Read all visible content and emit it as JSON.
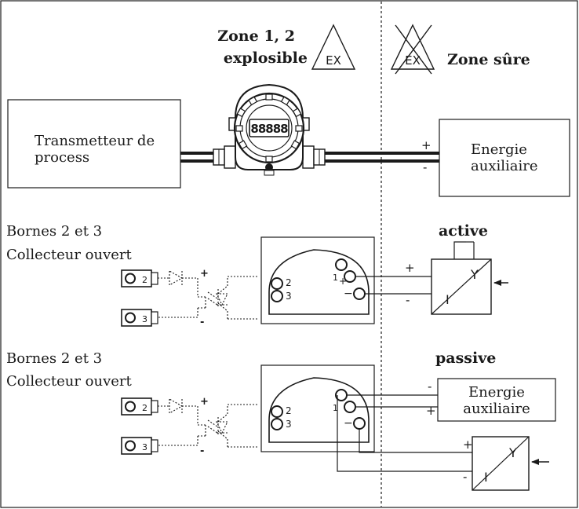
{
  "zones": {
    "hazard_line1": "Zone 1, 2",
    "hazard_line2": "explosible",
    "safe": "Zone sûre",
    "ex_mark": "EX"
  },
  "transmitter": {
    "line1": "Transmetteur de",
    "line2": "process"
  },
  "power_top": {
    "line1": "Energie",
    "line2": "auxiliaire",
    "plus": "+",
    "minus": "-"
  },
  "section_active": {
    "title": "active",
    "label1": "Bornes 2 et 3",
    "label2": "Collecteur ouvert",
    "plus": "+",
    "minus": "-",
    "converter_in": "I",
    "converter_out": "Y"
  },
  "section_passive": {
    "title": "passive",
    "label1": "Bornes 2 et 3",
    "label2": "Collecteur ouvert",
    "supply_line1": "Energie",
    "supply_line2": "auxiliaire",
    "supply_minus": "-",
    "supply_plus": "+",
    "conv_plus": "+",
    "conv_minus": "-",
    "converter_in": "I",
    "converter_out": "Y"
  },
  "terminals": {
    "t1": "1",
    "t2": "2",
    "t3": "3",
    "plus": "+",
    "minus": "−",
    "opto_plus": "+",
    "opto_minus": "-"
  },
  "lcd_digits": "88888"
}
